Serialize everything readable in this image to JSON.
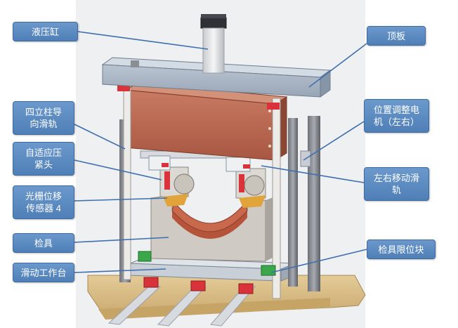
{
  "labels": {
    "hydraulic_cylinder": "液压缸",
    "top_plate": "顶板",
    "four_column_guide": "四立柱导\n向滑轨",
    "position_motor": "位置调整电\n机（左右）",
    "adaptive_clamp": "自适应压\n紧头",
    "lr_slide_rail": "左右移动滑\n轨",
    "grating_sensor": "光栅位移\n传感器 4",
    "fixture": "检具",
    "fixture_stop": "检具限位块",
    "sliding_table": "滑动工作台"
  },
  "colors": {
    "callout_fill": "#5b8cc4",
    "leader_line": "#3f6fae",
    "frame_gray": "#a9b5c3",
    "pressure_plate": "#b5654e",
    "base": "#d9bf8a"
  }
}
